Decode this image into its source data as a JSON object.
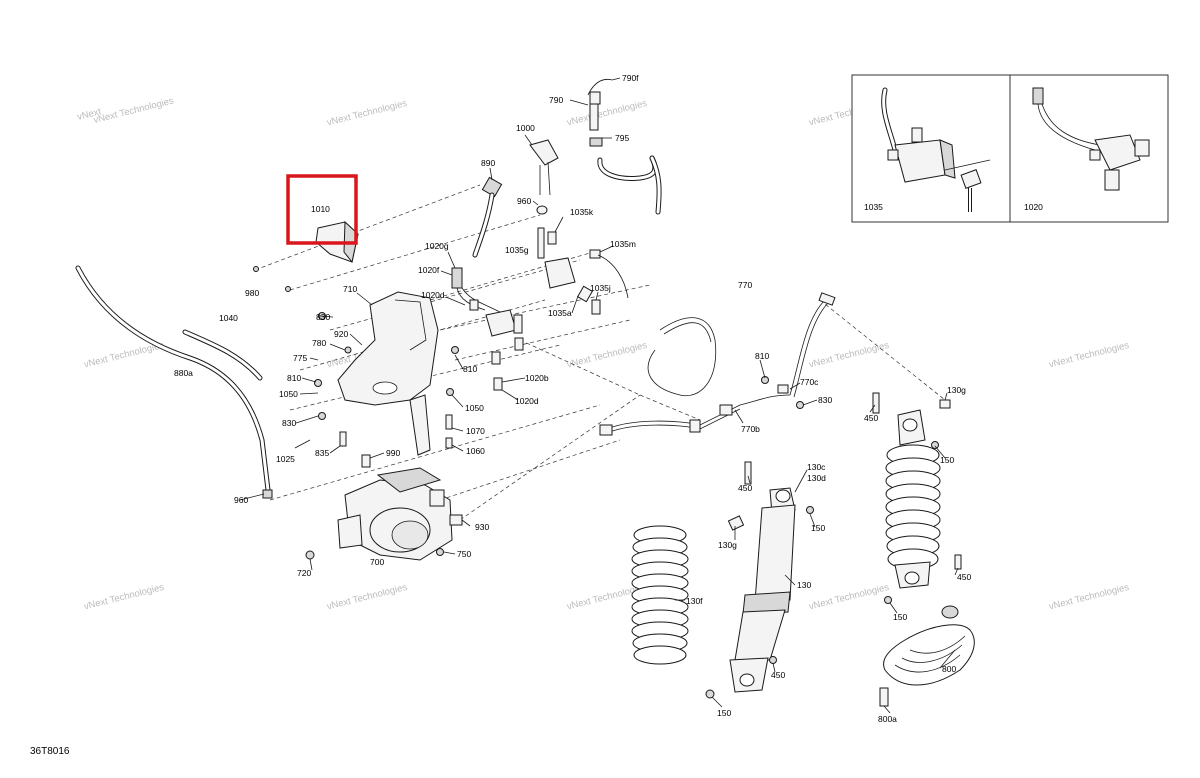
{
  "diagram_id": "36T8016",
  "watermark": "vNext Technologies",
  "highlight_color": "#d9161c",
  "highlighted_part": "1010",
  "insets": [
    {
      "name": "inset-1035",
      "label": "1035"
    },
    {
      "name": "inset-1020",
      "label": "1020"
    }
  ],
  "callouts": [
    {
      "id": "c-790f",
      "text": "790f"
    },
    {
      "id": "c-790",
      "text": "790"
    },
    {
      "id": "c-795",
      "text": "795"
    },
    {
      "id": "c-1000",
      "text": "1000"
    },
    {
      "id": "c-890",
      "text": "890"
    },
    {
      "id": "c-960a",
      "text": "960"
    },
    {
      "id": "c-1035k",
      "text": "1035k"
    },
    {
      "id": "c-1010",
      "text": "1010"
    },
    {
      "id": "c-1020g",
      "text": "1020g"
    },
    {
      "id": "c-1035g",
      "text": "1035g"
    },
    {
      "id": "c-1035m",
      "text": "1035m"
    },
    {
      "id": "c-1020f",
      "text": "1020f"
    },
    {
      "id": "c-980",
      "text": "980"
    },
    {
      "id": "c-710",
      "text": "710"
    },
    {
      "id": "c-1020d1",
      "text": "1020d"
    },
    {
      "id": "c-1035j",
      "text": "1035j"
    },
    {
      "id": "c-1035a",
      "text": "1035a"
    },
    {
      "id": "c-770",
      "text": "770"
    },
    {
      "id": "c-830a",
      "text": "830"
    },
    {
      "id": "c-1040",
      "text": "1040"
    },
    {
      "id": "c-920",
      "text": "920"
    },
    {
      "id": "c-780",
      "text": "780"
    },
    {
      "id": "c-775",
      "text": "775"
    },
    {
      "id": "c-880a",
      "text": "880a"
    },
    {
      "id": "c-810a",
      "text": "810"
    },
    {
      "id": "c-810b",
      "text": "810"
    },
    {
      "id": "c-1020b",
      "text": "1020b"
    },
    {
      "id": "c-810c",
      "text": "810"
    },
    {
      "id": "c-770c",
      "text": "770c"
    },
    {
      "id": "c-130g1",
      "text": "130g"
    },
    {
      "id": "c-1050a",
      "text": "1050"
    },
    {
      "id": "c-1020d2",
      "text": "1020d"
    },
    {
      "id": "c-1050b",
      "text": "1050"
    },
    {
      "id": "c-830b",
      "text": "830"
    },
    {
      "id": "c-830c",
      "text": "830"
    },
    {
      "id": "c-450a",
      "text": "450"
    },
    {
      "id": "c-770b",
      "text": "770b"
    },
    {
      "id": "c-1070",
      "text": "1070"
    },
    {
      "id": "c-1025",
      "text": "1025"
    },
    {
      "id": "c-835",
      "text": "835"
    },
    {
      "id": "c-1060",
      "text": "1060"
    },
    {
      "id": "c-150a",
      "text": "150"
    },
    {
      "id": "c-990",
      "text": "990"
    },
    {
      "id": "c-130c",
      "text": "130c"
    },
    {
      "id": "c-130d",
      "text": "130d"
    },
    {
      "id": "c-450b",
      "text": "450"
    },
    {
      "id": "c-960b",
      "text": "960"
    },
    {
      "id": "c-930",
      "text": "930"
    },
    {
      "id": "c-150b",
      "text": "150"
    },
    {
      "id": "c-130g2",
      "text": "130g"
    },
    {
      "id": "c-700",
      "text": "700"
    },
    {
      "id": "c-750",
      "text": "750"
    },
    {
      "id": "c-720",
      "text": "720"
    },
    {
      "id": "c-450c",
      "text": "450"
    },
    {
      "id": "c-130",
      "text": "130"
    },
    {
      "id": "c-130f",
      "text": "130f"
    },
    {
      "id": "c-150c",
      "text": "150"
    },
    {
      "id": "c-450d",
      "text": "450"
    },
    {
      "id": "c-800",
      "text": "800"
    },
    {
      "id": "c-150d",
      "text": "150"
    },
    {
      "id": "c-800a",
      "text": "800a"
    }
  ]
}
